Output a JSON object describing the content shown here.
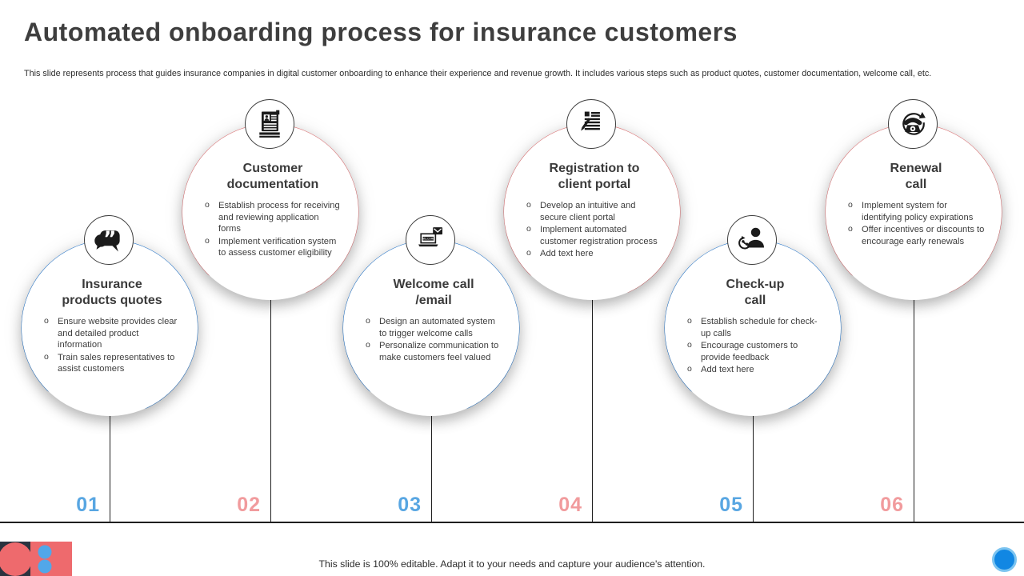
{
  "slide": {
    "title": "Automated onboarding process for insurance customers",
    "subtitle": "This slide represents process that guides insurance companies in digital customer onboarding to enhance their experience and revenue growth. It includes various steps such as product quotes, customer documentation, welcome call, etc.",
    "footer_note": "This slide is 100% editable. Adapt it to your needs and capture your audience's attention."
  },
  "colors": {
    "ring-blue": "#1273d9",
    "ring-red": "#ee6b6e",
    "number-blue": "#58a6e2",
    "number-pink": "#f19b9d",
    "dot-core": "#1187e3",
    "dot-ring": "#7cc4f0",
    "logo-navy": "#2a333f",
    "logo-salmon": "#ee6a6d",
    "logo-dot-blue": "#52a7e9"
  },
  "bullet_marker": "o",
  "steps": [
    {
      "number": "01",
      "color": "blue",
      "icon": "quotes-icon",
      "title": "Insurance\nproducts quotes",
      "bullets": [
        "Ensure website provides clear and detailed product information",
        "Train sales representatives to assist customers"
      ]
    },
    {
      "number": "02",
      "color": "red",
      "icon": "customer-document-icon",
      "title": "Customer\ndocumentation",
      "bullets": [
        "Establish process for receiving and reviewing application forms",
        "Implement verification system to assess customer eligibility"
      ]
    },
    {
      "number": "03",
      "color": "blue",
      "icon": "welcome-laptop-email-icon",
      "title": "Welcome call\n/email",
      "bullets": [
        "Design an automated system to trigger welcome calls",
        "Personalize communication to make customers feel valued"
      ]
    },
    {
      "number": "04",
      "color": "red",
      "icon": "registration-form-icon",
      "title": "Registration to\nclient portal",
      "bullets": [
        "Develop an intuitive and secure client portal",
        "Implement automated customer registration process",
        "Add text here"
      ]
    },
    {
      "number": "05",
      "color": "blue",
      "icon": "person-call-icon",
      "title": "Check-up\ncall",
      "bullets": [
        "Establish schedule for check-up calls",
        "Encourage customers to provide feedback",
        "Add text here"
      ]
    },
    {
      "number": "06",
      "color": "red",
      "icon": "renewal-phone-icon",
      "title": "Renewal\ncall",
      "bullets": [
        "Implement system for identifying policy expirations",
        "Offer incentives or discounts to encourage early renewals"
      ]
    }
  ]
}
